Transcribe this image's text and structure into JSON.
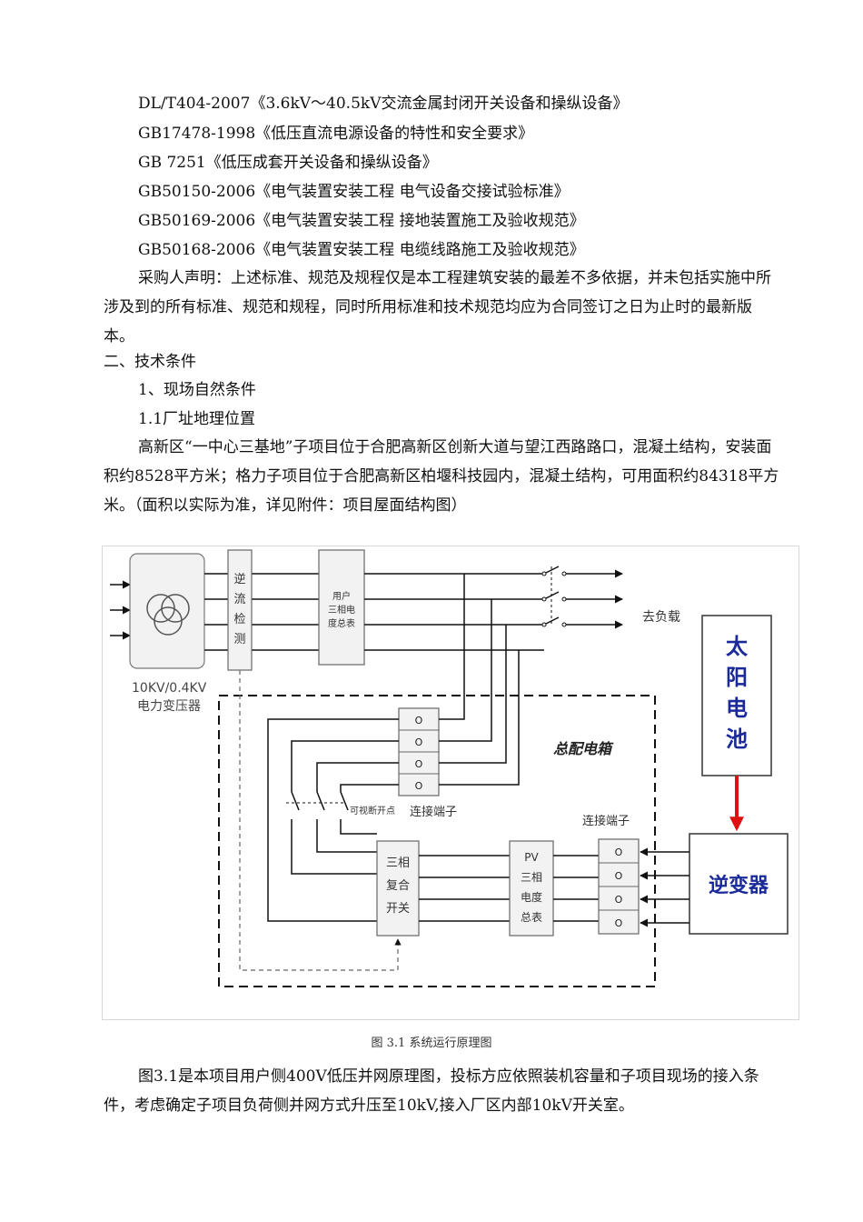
{
  "standards": [
    "DL/T404-2007《3.6kV～40.5kV交流金属封闭开关设备和操纵设备》",
    "GB17478-1998《低压直流电源设备的特性和安全要求》",
    "GB 7251《低压成套开关设备和操纵设备》",
    "GB50150-2006《电气装置安装工程 电气设备交接试验标准》",
    "GB50169-2006《电气装置安装工程 接地装置施工及验收规范》",
    "GB50168-2006《电气装置安装工程 电缆线路施工及验收规范》"
  ],
  "declaration": "采购人声明：上述标准、规范及规程仅是本工程建筑安装的最差不多依据，并未包括实施中所涉及到的所有标准、规范和规程，同时所用标准和技术规范均应为合同签订之日为止时的最新版本。",
  "section_title": "二、技术条件",
  "subsection_title": "1、现场自然条件",
  "subsubsection_title": "1.1厂址地理位置",
  "site_paragraph": "高新区“一中心三基地”子项目位于合肥高新区创新大道与望江西路路口，混凝土结构，安装面积约8528平方米；格力子项目位于合肥高新区柏堰科技园内，混凝土结构，可用面积约84318平方米。（面积以实际为准，详见附件：项目屋面结构图）",
  "diagram": {
    "transformer_label_1": "10KV/0.4KV",
    "transformer_label_2": "电力变压器",
    "reverse_flow": [
      "逆",
      "流",
      "检",
      "测"
    ],
    "user_meter": [
      "用户",
      "三相电",
      "度总表"
    ],
    "to_load": "去负载",
    "solar": [
      "太",
      "阳",
      "电",
      "池"
    ],
    "inverter": "逆变器",
    "main_box": "总配电箱",
    "visible_break": "可视断开点",
    "terminal_1": "连接端子",
    "terminal_2": "连接端子",
    "composite_switch": [
      "三相",
      "复合",
      "开关"
    ],
    "pv_meter": [
      "PV",
      "三相",
      "电度",
      "总表"
    ],
    "terminal_mark": "O"
  },
  "figure_caption": "图 3.1  系统运行原理图",
  "closing_paragraph": "图3.1是本项目用户侧400V低压并网原理图，投标方应依照装机容量和子项目现场的接入条件，考虑确定子项目负荷侧并网方式升压至10kV,接入厂区内部10kV开关室。",
  "colors": {
    "solar_text": "#1a2a9a",
    "arrow_red": "#e01010"
  }
}
